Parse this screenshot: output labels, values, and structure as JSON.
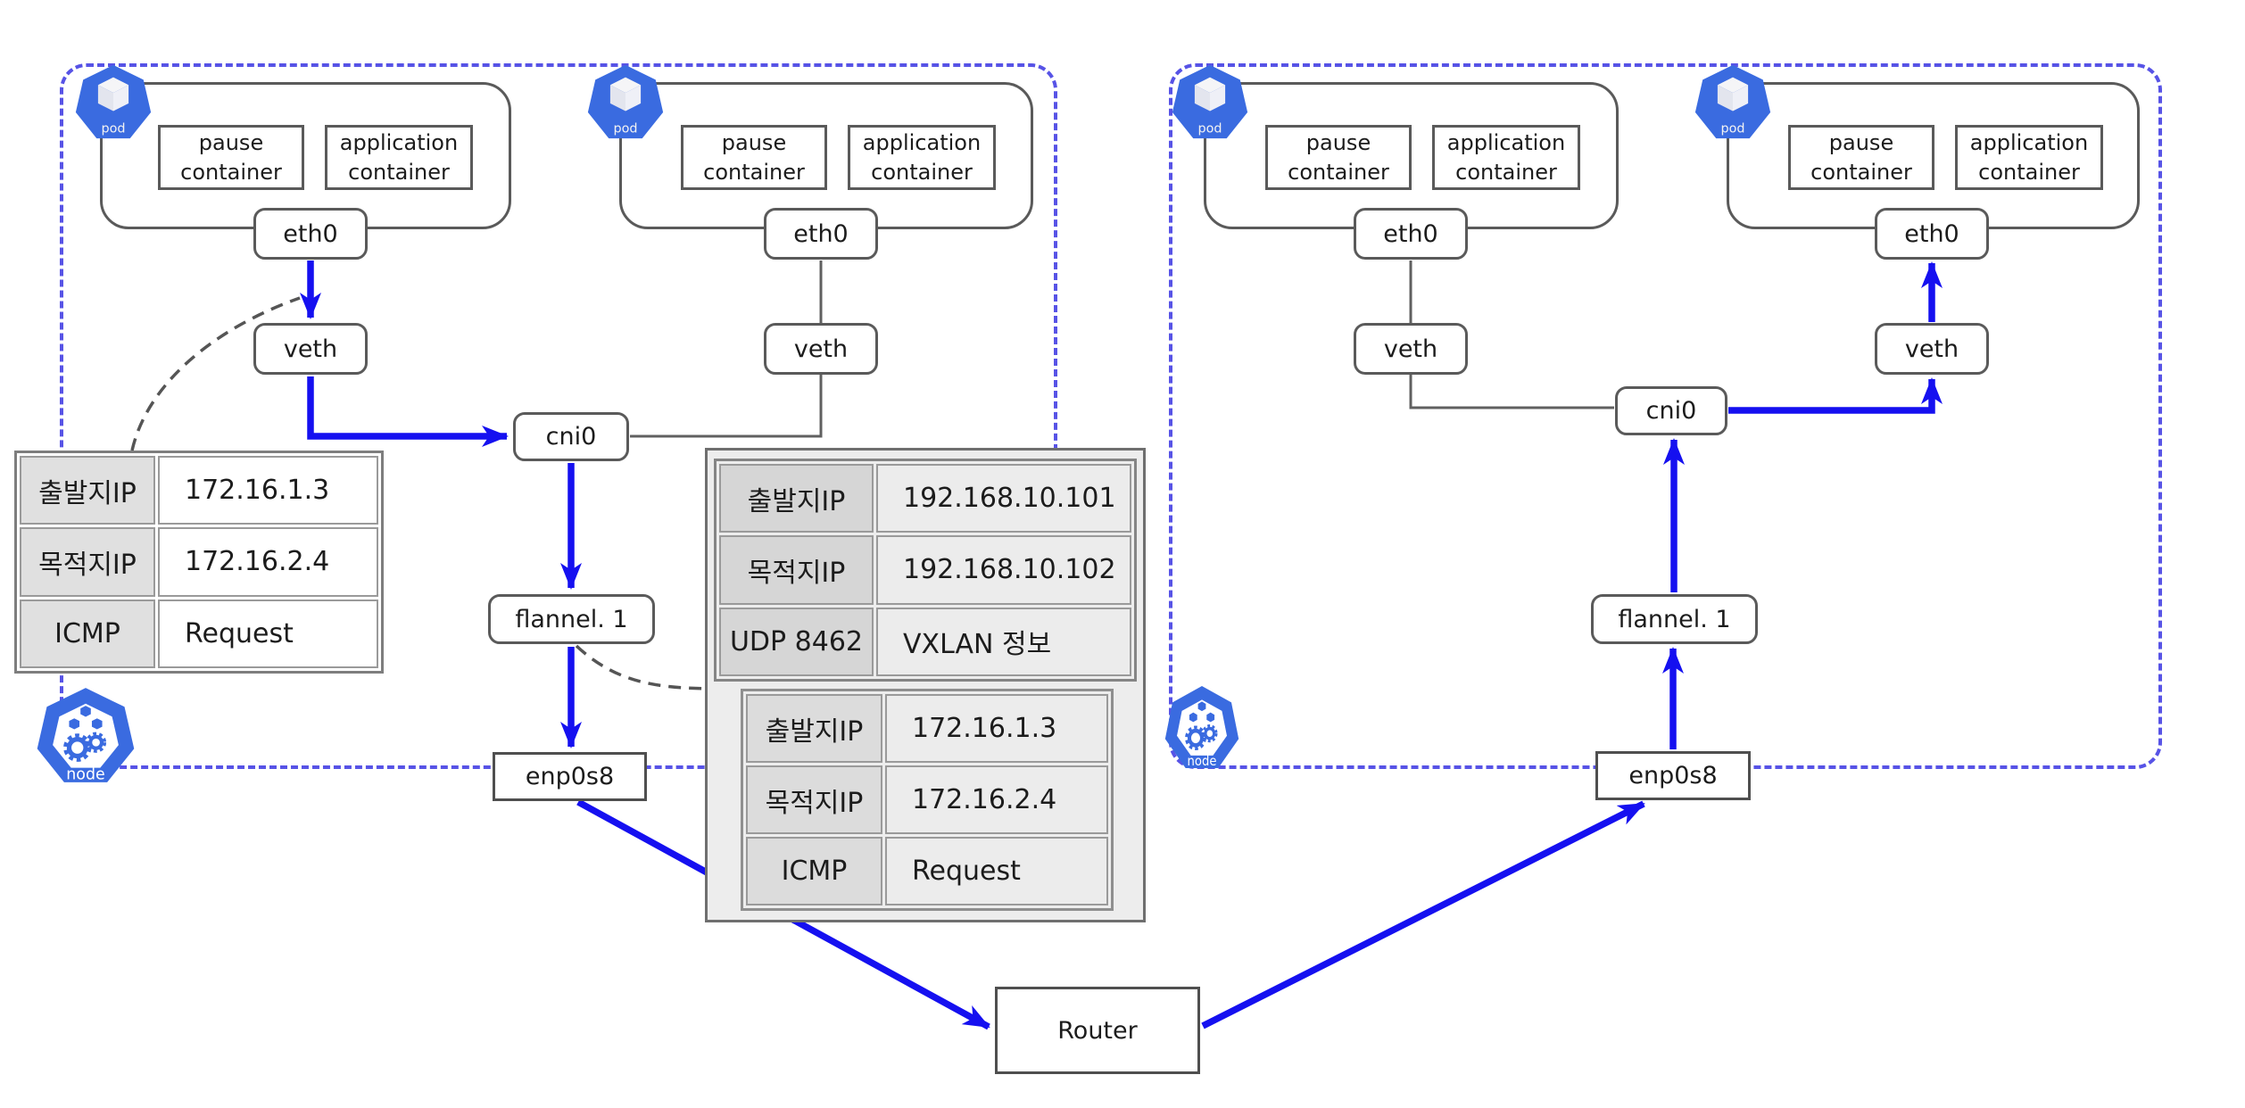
{
  "labels": {
    "pod_icon": "pod",
    "node_icon": "node",
    "pause_container": "pause container",
    "application_container": "application container",
    "eth0": "eth0",
    "veth": "veth",
    "cni0": "cni0",
    "flannel": "flannel. 1",
    "enp0s8": "enp0s8",
    "router": "Router"
  },
  "tables": {
    "pod_packet": {
      "rows": [
        {
          "label": "출발지IP",
          "value": "172.16.1.3"
        },
        {
          "label": "목적지IP",
          "value": "172.16.2.4"
        },
        {
          "label": "ICMP",
          "value": "Request"
        }
      ]
    },
    "vxlan_packet": {
      "rows": [
        {
          "label": "출발지IP",
          "value": "192.168.10.101"
        },
        {
          "label": "목적지IP",
          "value": "192.168.10.102"
        },
        {
          "label": "UDP 8462",
          "value": "VXLAN 정보"
        }
      ]
    },
    "encapsulated_packet": {
      "rows": [
        {
          "label": "출발지IP",
          "value": "172.16.1.3"
        },
        {
          "label": "목적지IP",
          "value": "172.16.2.4"
        },
        {
          "label": "ICMP",
          "value": "Request"
        }
      ]
    }
  },
  "colors": {
    "flow_arrow_blue": "#1510f0",
    "node_dashed_border": "#5753e6",
    "box_border_gray": "#5a5a5a",
    "link_line_gray": "#606060",
    "pod_icon_blue": "#3a6be0",
    "vxlan_container_bg": "#ededed"
  }
}
